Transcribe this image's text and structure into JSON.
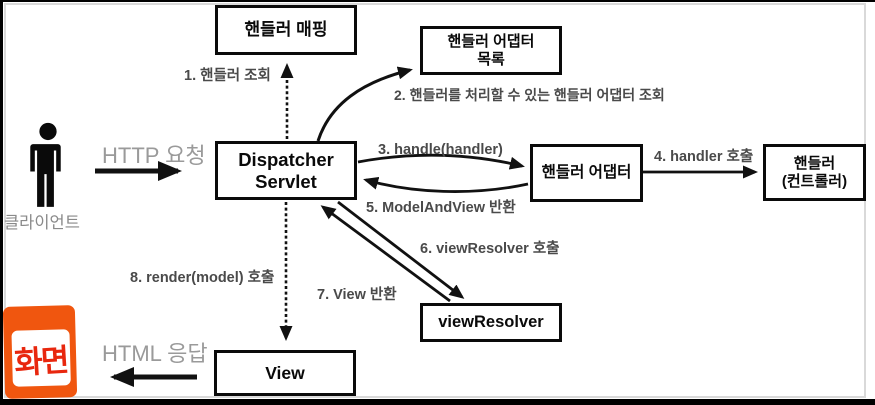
{
  "diagram": {
    "boxes": {
      "handler_mapping": {
        "label": "핸들러 매핑"
      },
      "handler_adapter_list": {
        "line1": "핸들러 어댑터",
        "line2": "목록"
      },
      "dispatcher_servlet": {
        "line1": "Dispatcher",
        "line2": "Servlet"
      },
      "handler_adapter": {
        "label": "핸들러 어댑터"
      },
      "handler_controller": {
        "line1": "핸들러",
        "line2": "(컨트롤러)"
      },
      "view_resolver": {
        "label": "viewResolver"
      },
      "view": {
        "label": "View"
      }
    },
    "steps": {
      "step1": "1. 핸들러 조회",
      "step2": "2. 핸들러를 처리할 수 있는 핸들러 어댑터 조회",
      "step3": "3. handle(handler)",
      "step4": "4. handler 호출",
      "step5": "5. ModelAndView 반환",
      "step6": "6. viewResolver 호출",
      "step7": "7. View 반환",
      "step8": "8. render(model) 호출"
    },
    "io_labels": {
      "http_request": "HTTP 요청",
      "html_response": "HTML 응답"
    },
    "actors": {
      "client": "클라이언트",
      "screen_sticker": "화면"
    },
    "colors": {
      "box_border": "#0a0a0a",
      "arrow": "#111111",
      "step_label": "#4a4a4a",
      "io_label": "#9a9a9a",
      "sticker_bg": "#f0560f",
      "sticker_text": "#e8270e",
      "frame_border": "#d9d9d9",
      "page_edge": "#000000"
    }
  }
}
